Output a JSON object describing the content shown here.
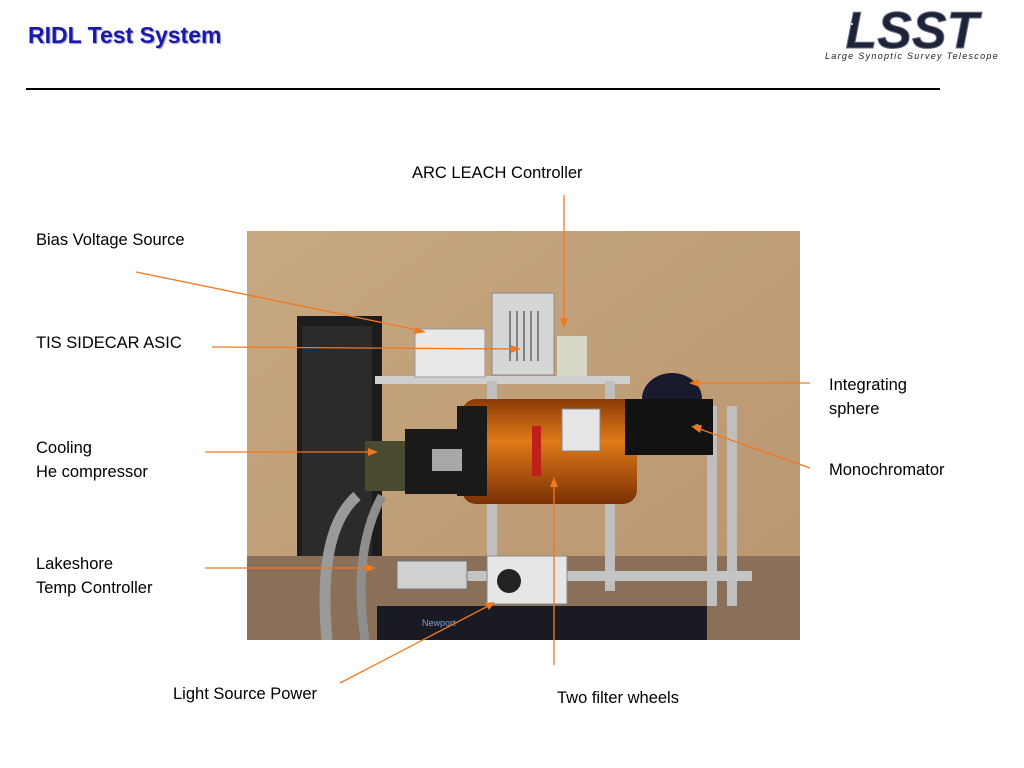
{
  "slide": {
    "title": "RIDL Test System"
  },
  "logo": {
    "wordmark": "LSST",
    "tagline": "Large Synoptic Survey Telescope"
  },
  "labels": {
    "arc_leach": "ARC LEACH Controller",
    "bias_voltage": "Bias Voltage Source",
    "tis_sidecar": "TIS SIDECAR ASIC",
    "cooling_line1": "Cooling",
    "cooling_line2": "He compressor",
    "lakeshore_line1": "Lakeshore",
    "lakeshore_line2": "Temp Controller",
    "light_source_power": "Light Source Power",
    "two_filter_wheels": "Two filter wheels",
    "integrating_line1": "Integrating",
    "integrating_line2": "sphere",
    "monochromator": "Monochromator"
  },
  "colors": {
    "title": "#1a1aa6",
    "callout_line": "#f07820"
  }
}
